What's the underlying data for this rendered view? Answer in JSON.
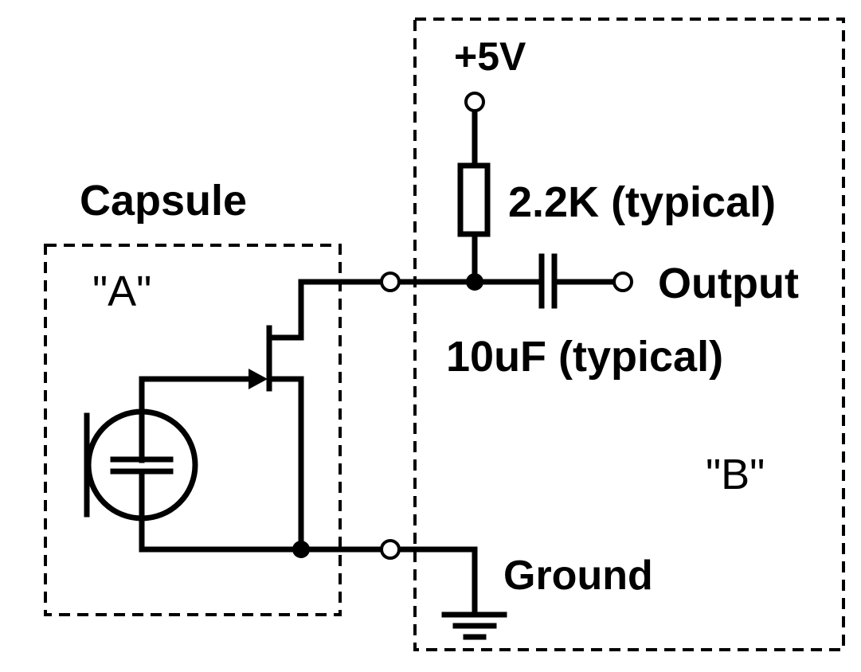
{
  "labels": {
    "supply": "+5V",
    "resistor": "2.2K (typical)",
    "capsule_title": "Capsule",
    "block_a": "\"A\"",
    "output": "Output",
    "capacitor": "10uF (typical)",
    "block_b": "\"B\"",
    "ground": "Ground"
  }
}
